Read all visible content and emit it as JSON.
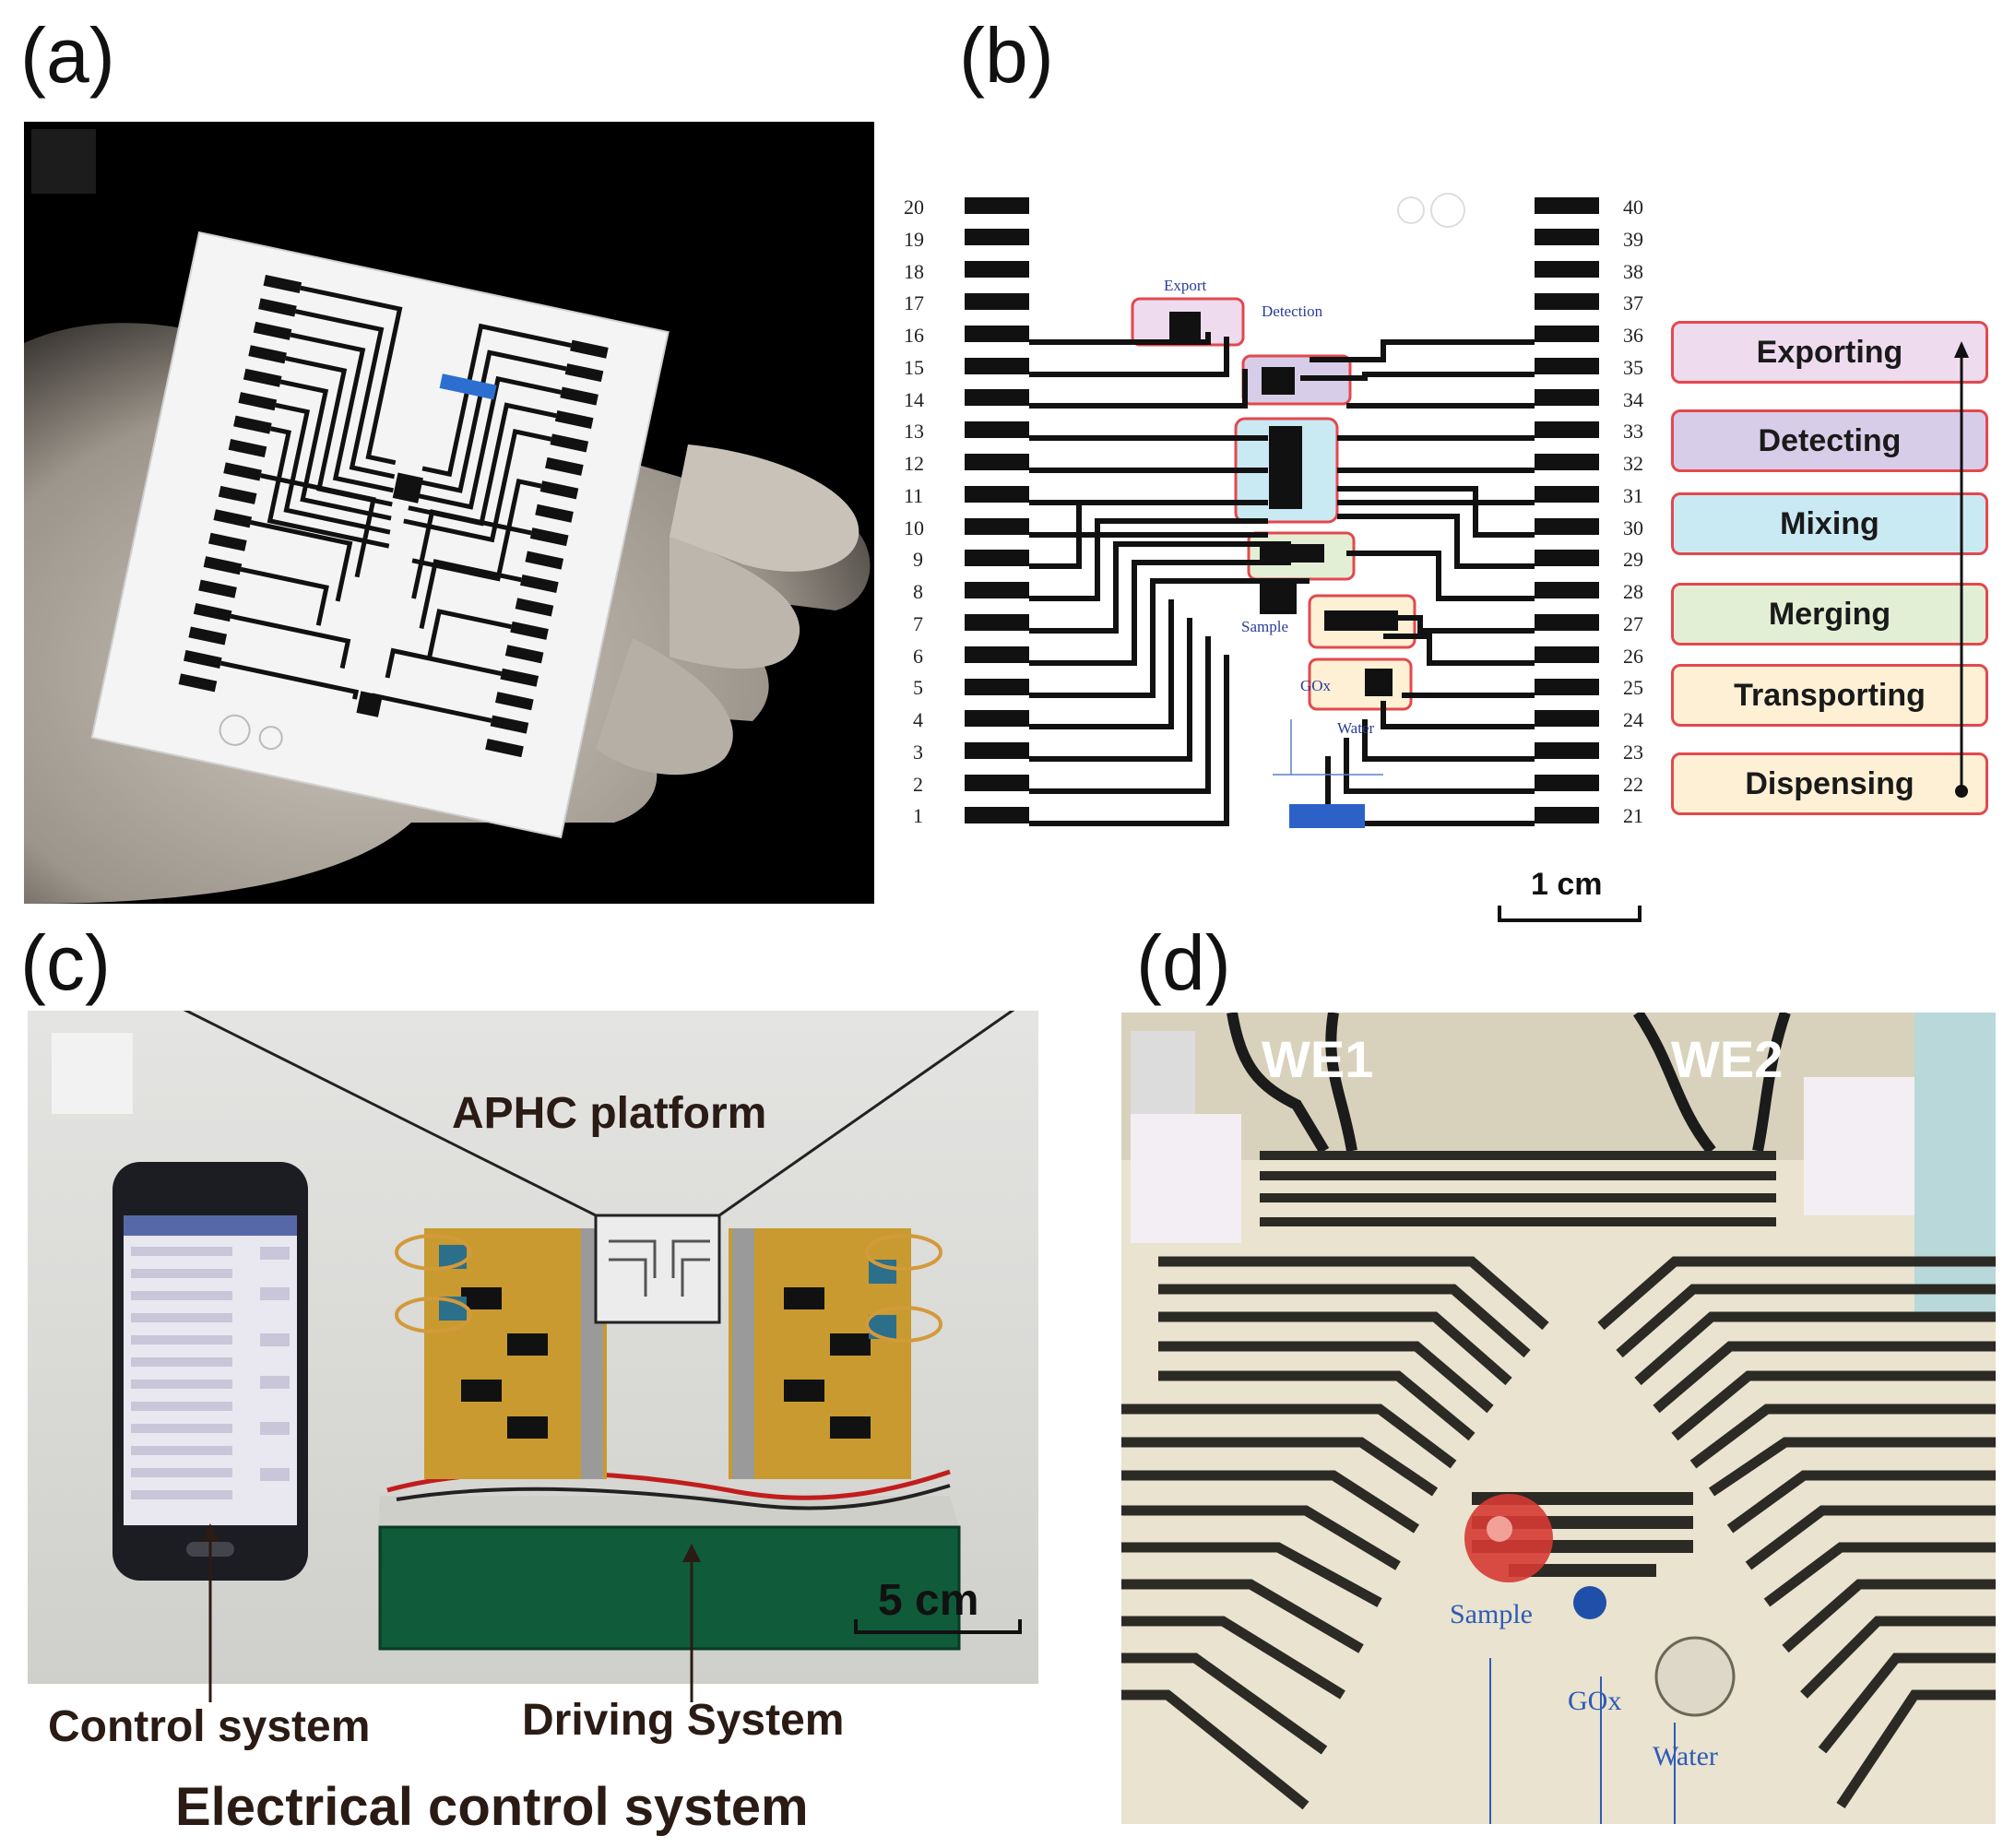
{
  "panels": {
    "a": {
      "label": "(a)"
    },
    "b": {
      "label": "(b)",
      "pins_left": [
        "20",
        "19",
        "18",
        "17",
        "16",
        "15",
        "14",
        "13",
        "12",
        "11",
        "10",
        "9",
        "8",
        "7",
        "6",
        "5",
        "4",
        "3",
        "2",
        "1"
      ],
      "pins_right": [
        "40",
        "39",
        "38",
        "37",
        "36",
        "35",
        "34",
        "33",
        "32",
        "31",
        "30",
        "29",
        "28",
        "27",
        "26",
        "25",
        "24",
        "23",
        "22",
        "21"
      ],
      "chip_labels": {
        "export": "Export",
        "detection": "Detection",
        "sample": "Sample",
        "gox": "GOx",
        "water": "Water"
      },
      "steps": [
        {
          "label": "Exporting",
          "color": "#eedbee"
        },
        {
          "label": "Detecting",
          "color": "#d8cde8"
        },
        {
          "label": "Mixing",
          "color": "#c9e9f3"
        },
        {
          "label": "Merging",
          "color": "#e3efd5"
        },
        {
          "label": "Transporting",
          "color": "#fdf0d4"
        },
        {
          "label": "Dispensing",
          "color": "#fdf0d4"
        }
      ],
      "scale_bar": "1 cm"
    },
    "c": {
      "label": "(c)",
      "platform_label": "APHC platform",
      "scale_bar": "5 cm",
      "control_label": "Control system",
      "driving_label": "Driving System",
      "system_label": "Electrical control system"
    },
    "d": {
      "label": "(d)",
      "we1": "WE1",
      "we2": "WE2",
      "sample": "Sample",
      "gox": "GOx",
      "water": "Water"
    }
  }
}
